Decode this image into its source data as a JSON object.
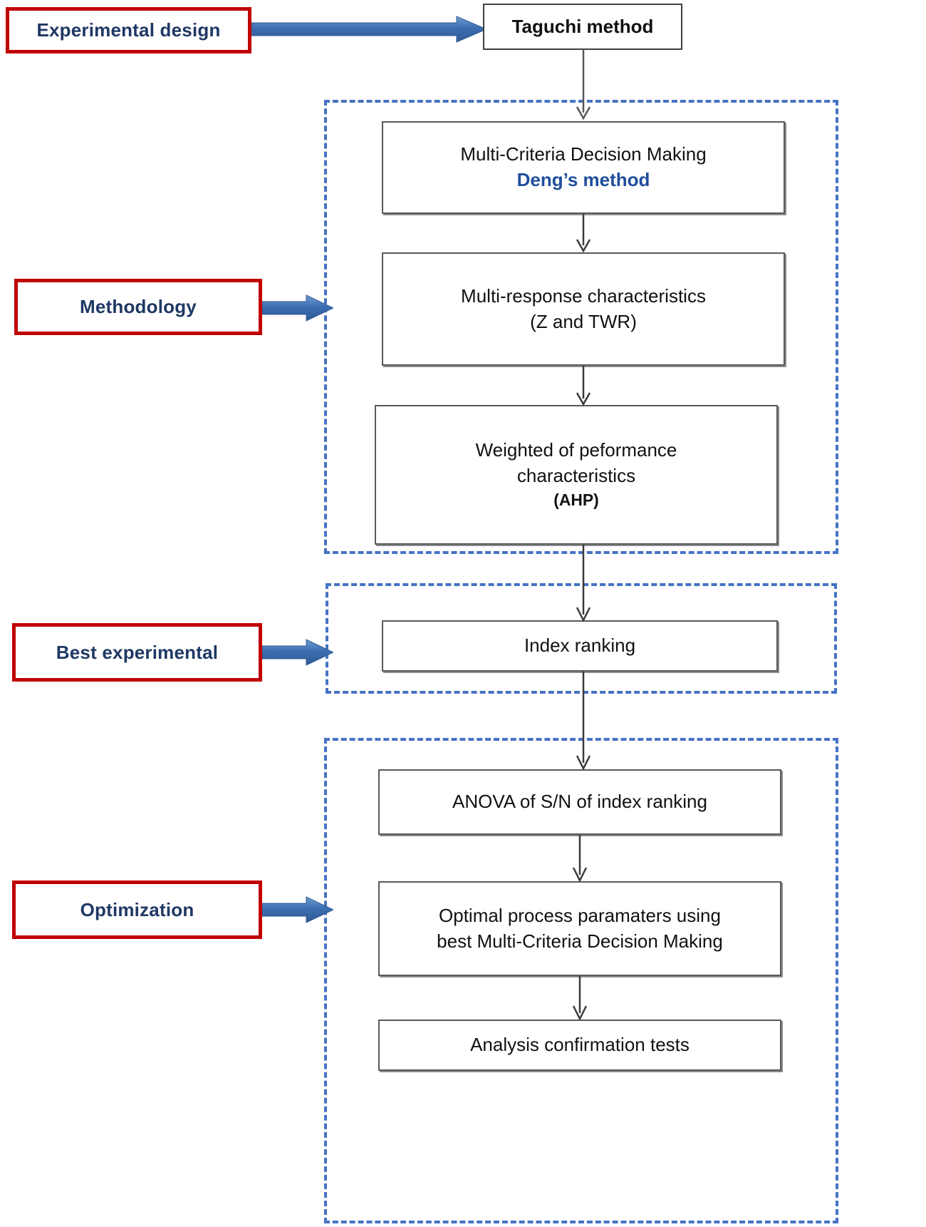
{
  "diagram": {
    "title": "Research methodology flowchart",
    "colors": {
      "stage_border": "#C00000",
      "stage_text": "#1F3864",
      "group_dash": "#4573C4",
      "arrow_blue": "#3A6FB0",
      "box_border": "#595959",
      "accent_blue_text": "#1F4E9C"
    }
  },
  "stages": [
    {
      "id": "experimental-design",
      "label": "Experimental design"
    },
    {
      "id": "methodology",
      "label": "Methodology"
    },
    {
      "id": "best-experimental",
      "label": "Best experimental"
    },
    {
      "id": "optimization",
      "label": "Optimization"
    }
  ],
  "nodes": {
    "taguchi": {
      "lines": [
        "Taguchi method"
      ]
    },
    "mcdm": {
      "line1": "Multi-Criteria Decision Making",
      "line2": "Deng’s method"
    },
    "multiresp": {
      "line1": "Multi-response characteristics",
      "line2": "(Z and  TWR)"
    },
    "weighted": {
      "line1": "Weighted of peformance",
      "line2": "characteristics",
      "line3": "(AHP)"
    },
    "index": {
      "line1": "Index ranking"
    },
    "anova": {
      "line1": "ANOVA of S/N of index ranking"
    },
    "optimal": {
      "line1": "Optimal process paramaters using",
      "line2": "best Multi-Criteria Decision Making"
    },
    "confirmation": {
      "line1": "Analysis confirmation tests"
    }
  },
  "groups": {
    "methodology_group": {
      "name": "methodology-group"
    },
    "best_group": {
      "name": "best-experimental-group"
    },
    "optimization_group": {
      "name": "optimization-group"
    }
  },
  "connectors": {
    "blue": [
      {
        "from": "experimental-design",
        "to": "taguchi"
      },
      {
        "from": "methodology",
        "to": "methodology-group"
      },
      {
        "from": "best-experimental",
        "to": "best-experimental-group"
      },
      {
        "from": "optimization",
        "to": "optimization-group"
      }
    ],
    "flow": [
      {
        "from": "taguchi",
        "to": "mcdm"
      },
      {
        "from": "mcdm",
        "to": "multiresp"
      },
      {
        "from": "multiresp",
        "to": "weighted"
      },
      {
        "from": "weighted",
        "to": "index"
      },
      {
        "from": "index",
        "to": "anova"
      },
      {
        "from": "anova",
        "to": "optimal"
      },
      {
        "from": "optimal",
        "to": "confirmation"
      }
    ]
  }
}
